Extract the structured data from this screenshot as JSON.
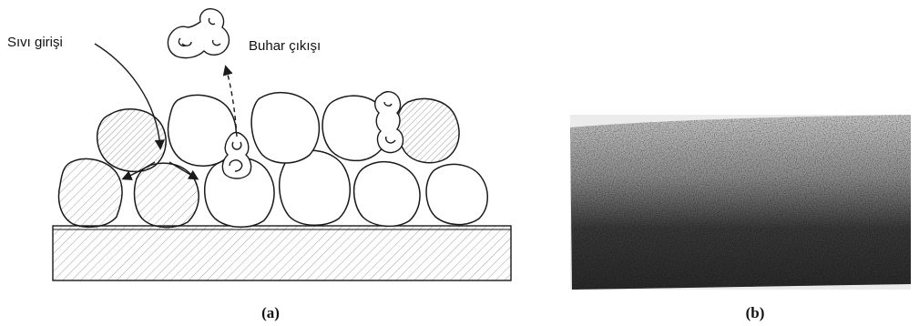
{
  "labels": {
    "liquid_inlet": "Sıvı girişi",
    "vapor_outlet": "Buhar çıkışı"
  },
  "captions": {
    "a": "(a)",
    "b": "(b)"
  },
  "colors": {
    "ink": "#1a1a1a",
    "hatch": "#777777",
    "porous_dark": "#3a3a3a"
  }
}
